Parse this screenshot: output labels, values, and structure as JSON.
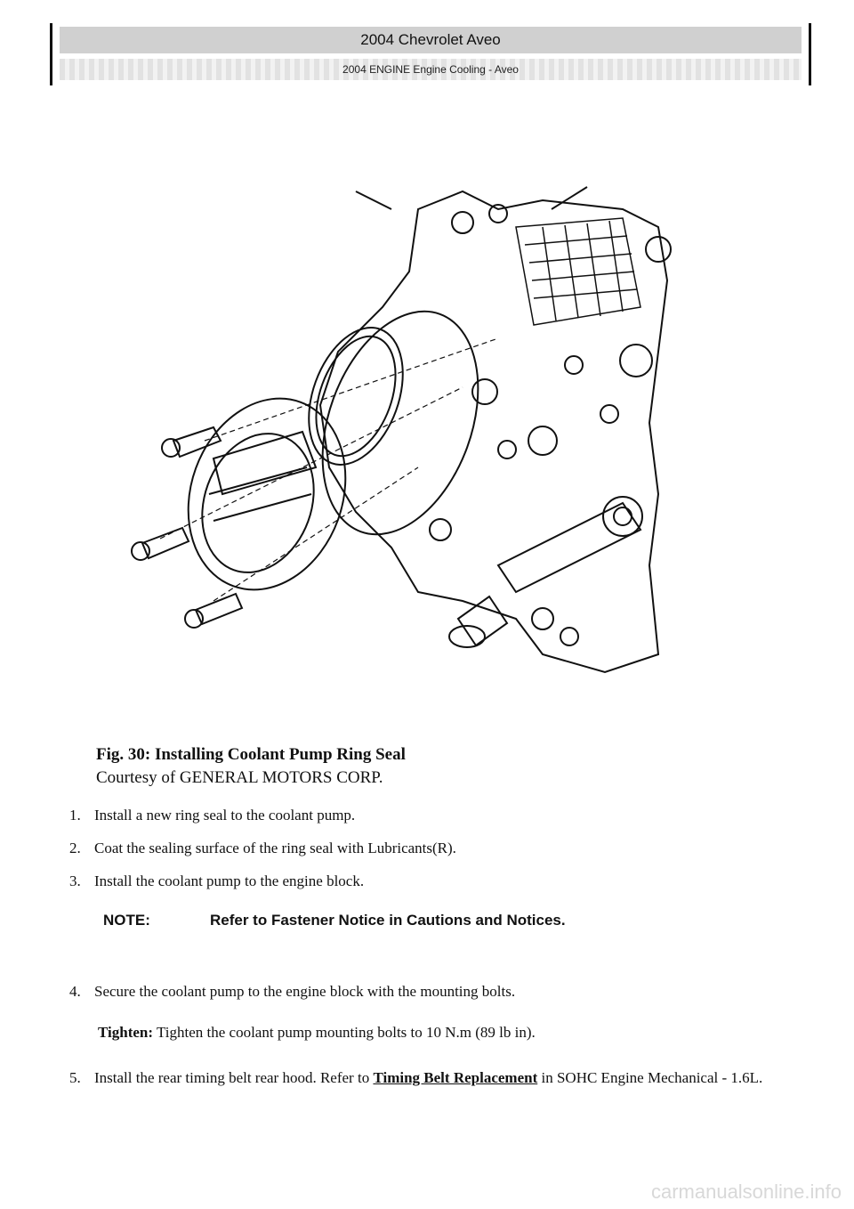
{
  "header": {
    "title": "2004 Chevrolet Aveo",
    "subtitle": "2004 ENGINE Engine Cooling - Aveo"
  },
  "figure": {
    "caption_title": "Fig. 30: Installing Coolant Pump Ring Seal",
    "caption_credit": "Courtesy of GENERAL MOTORS CORP."
  },
  "steps": [
    {
      "num": "1.",
      "text": "Install a new ring seal to the coolant pump."
    },
    {
      "num": "2.",
      "text": "Coat the sealing surface of the ring seal with Lubricants(R)."
    },
    {
      "num": "3.",
      "text": "Install the coolant pump to the engine block."
    },
    {
      "num": "4.",
      "text": "Secure the coolant pump to the engine block with the mounting bolts."
    },
    {
      "num": "5.",
      "text_before": "Install the rear timing belt rear hood. Refer to ",
      "link": "Timing Belt Replacement",
      "text_after": " in SOHC Engine Mechanical - 1.6L."
    }
  ],
  "note": {
    "label": "NOTE:",
    "text": "Refer to Fastener Notice in Cautions and Notices."
  },
  "tighten": {
    "label": "Tighten:",
    "text": " Tighten the coolant pump mounting bolts to 10 N.m (89 lb in)."
  },
  "footer": {
    "watermark": "carmanualsonline.info"
  }
}
